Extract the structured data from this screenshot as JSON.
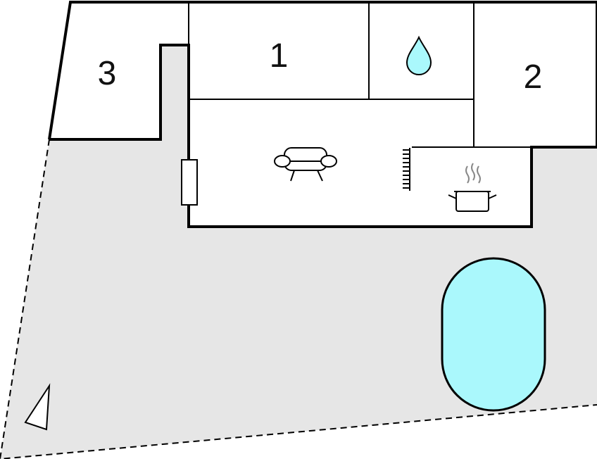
{
  "floorplan": {
    "rooms": [
      {
        "id": "bedroom-3",
        "label": "3"
      },
      {
        "id": "bedroom-1",
        "label": "1"
      },
      {
        "id": "bedroom-2",
        "label": "2"
      }
    ],
    "icons": {
      "bathroom": "water-drop-icon",
      "living": "sofa-icon",
      "kitchen": "cooking-pot-icon",
      "entrance": "door-icon",
      "stairs": "stairs-icon",
      "pool": "swimming-pool-icon",
      "orientation": "north-arrow-icon"
    },
    "colors": {
      "terrace": "#e6e6e6",
      "walls": "#000000",
      "rooms": "#ffffff",
      "water": "#aaf8fc",
      "steam": "#888888"
    }
  }
}
